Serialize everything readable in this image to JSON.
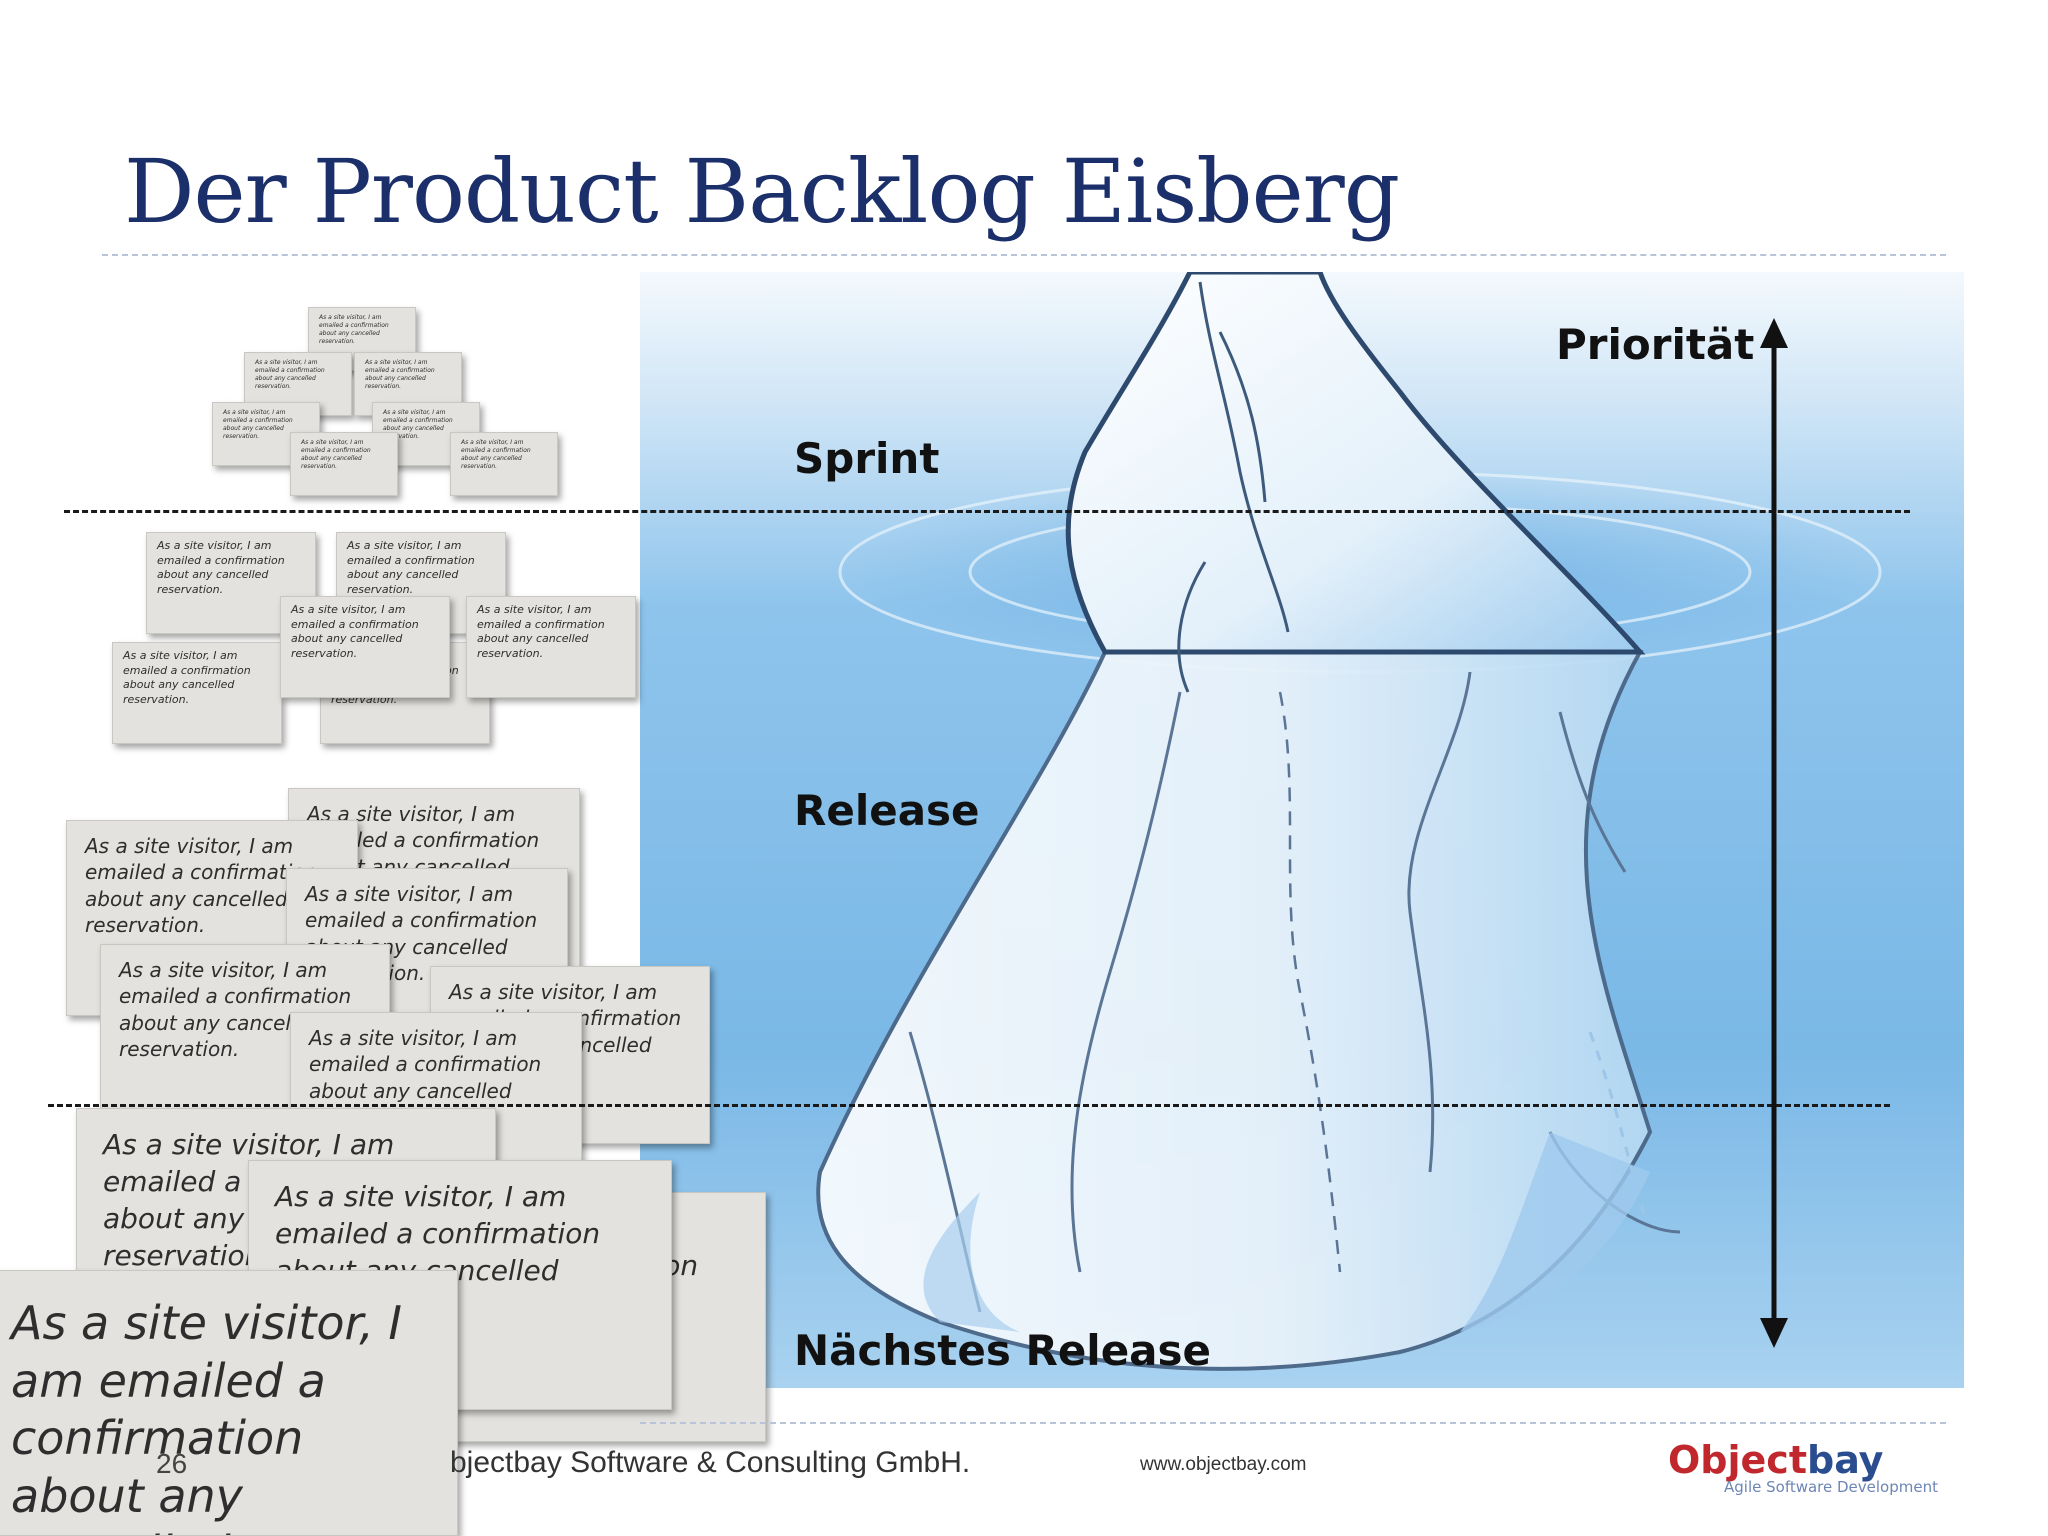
{
  "slide": {
    "title": "Der Product Backlog Eisberg",
    "page_number": "26"
  },
  "labels": {
    "priority": "Priorität",
    "sprint": "Sprint",
    "release": "Release",
    "next_release": "Nächstes Release"
  },
  "card_text": "As a site visitor, I am emailed a confirmation about any cancelled reservation.",
  "footer": {
    "company": "bjectbay Software & Consulting GmbH.",
    "url": "www.objectbay.com",
    "logo_brand_a": "Object",
    "logo_brand_b": "bay",
    "logo_tagline": "Agile Software Development"
  },
  "colors": {
    "title": "#1b2f6b",
    "water": "#8fc3ea",
    "ice": "#eef5fb",
    "logo_red": "#c0282d",
    "logo_blue": "#2a4d8f"
  }
}
